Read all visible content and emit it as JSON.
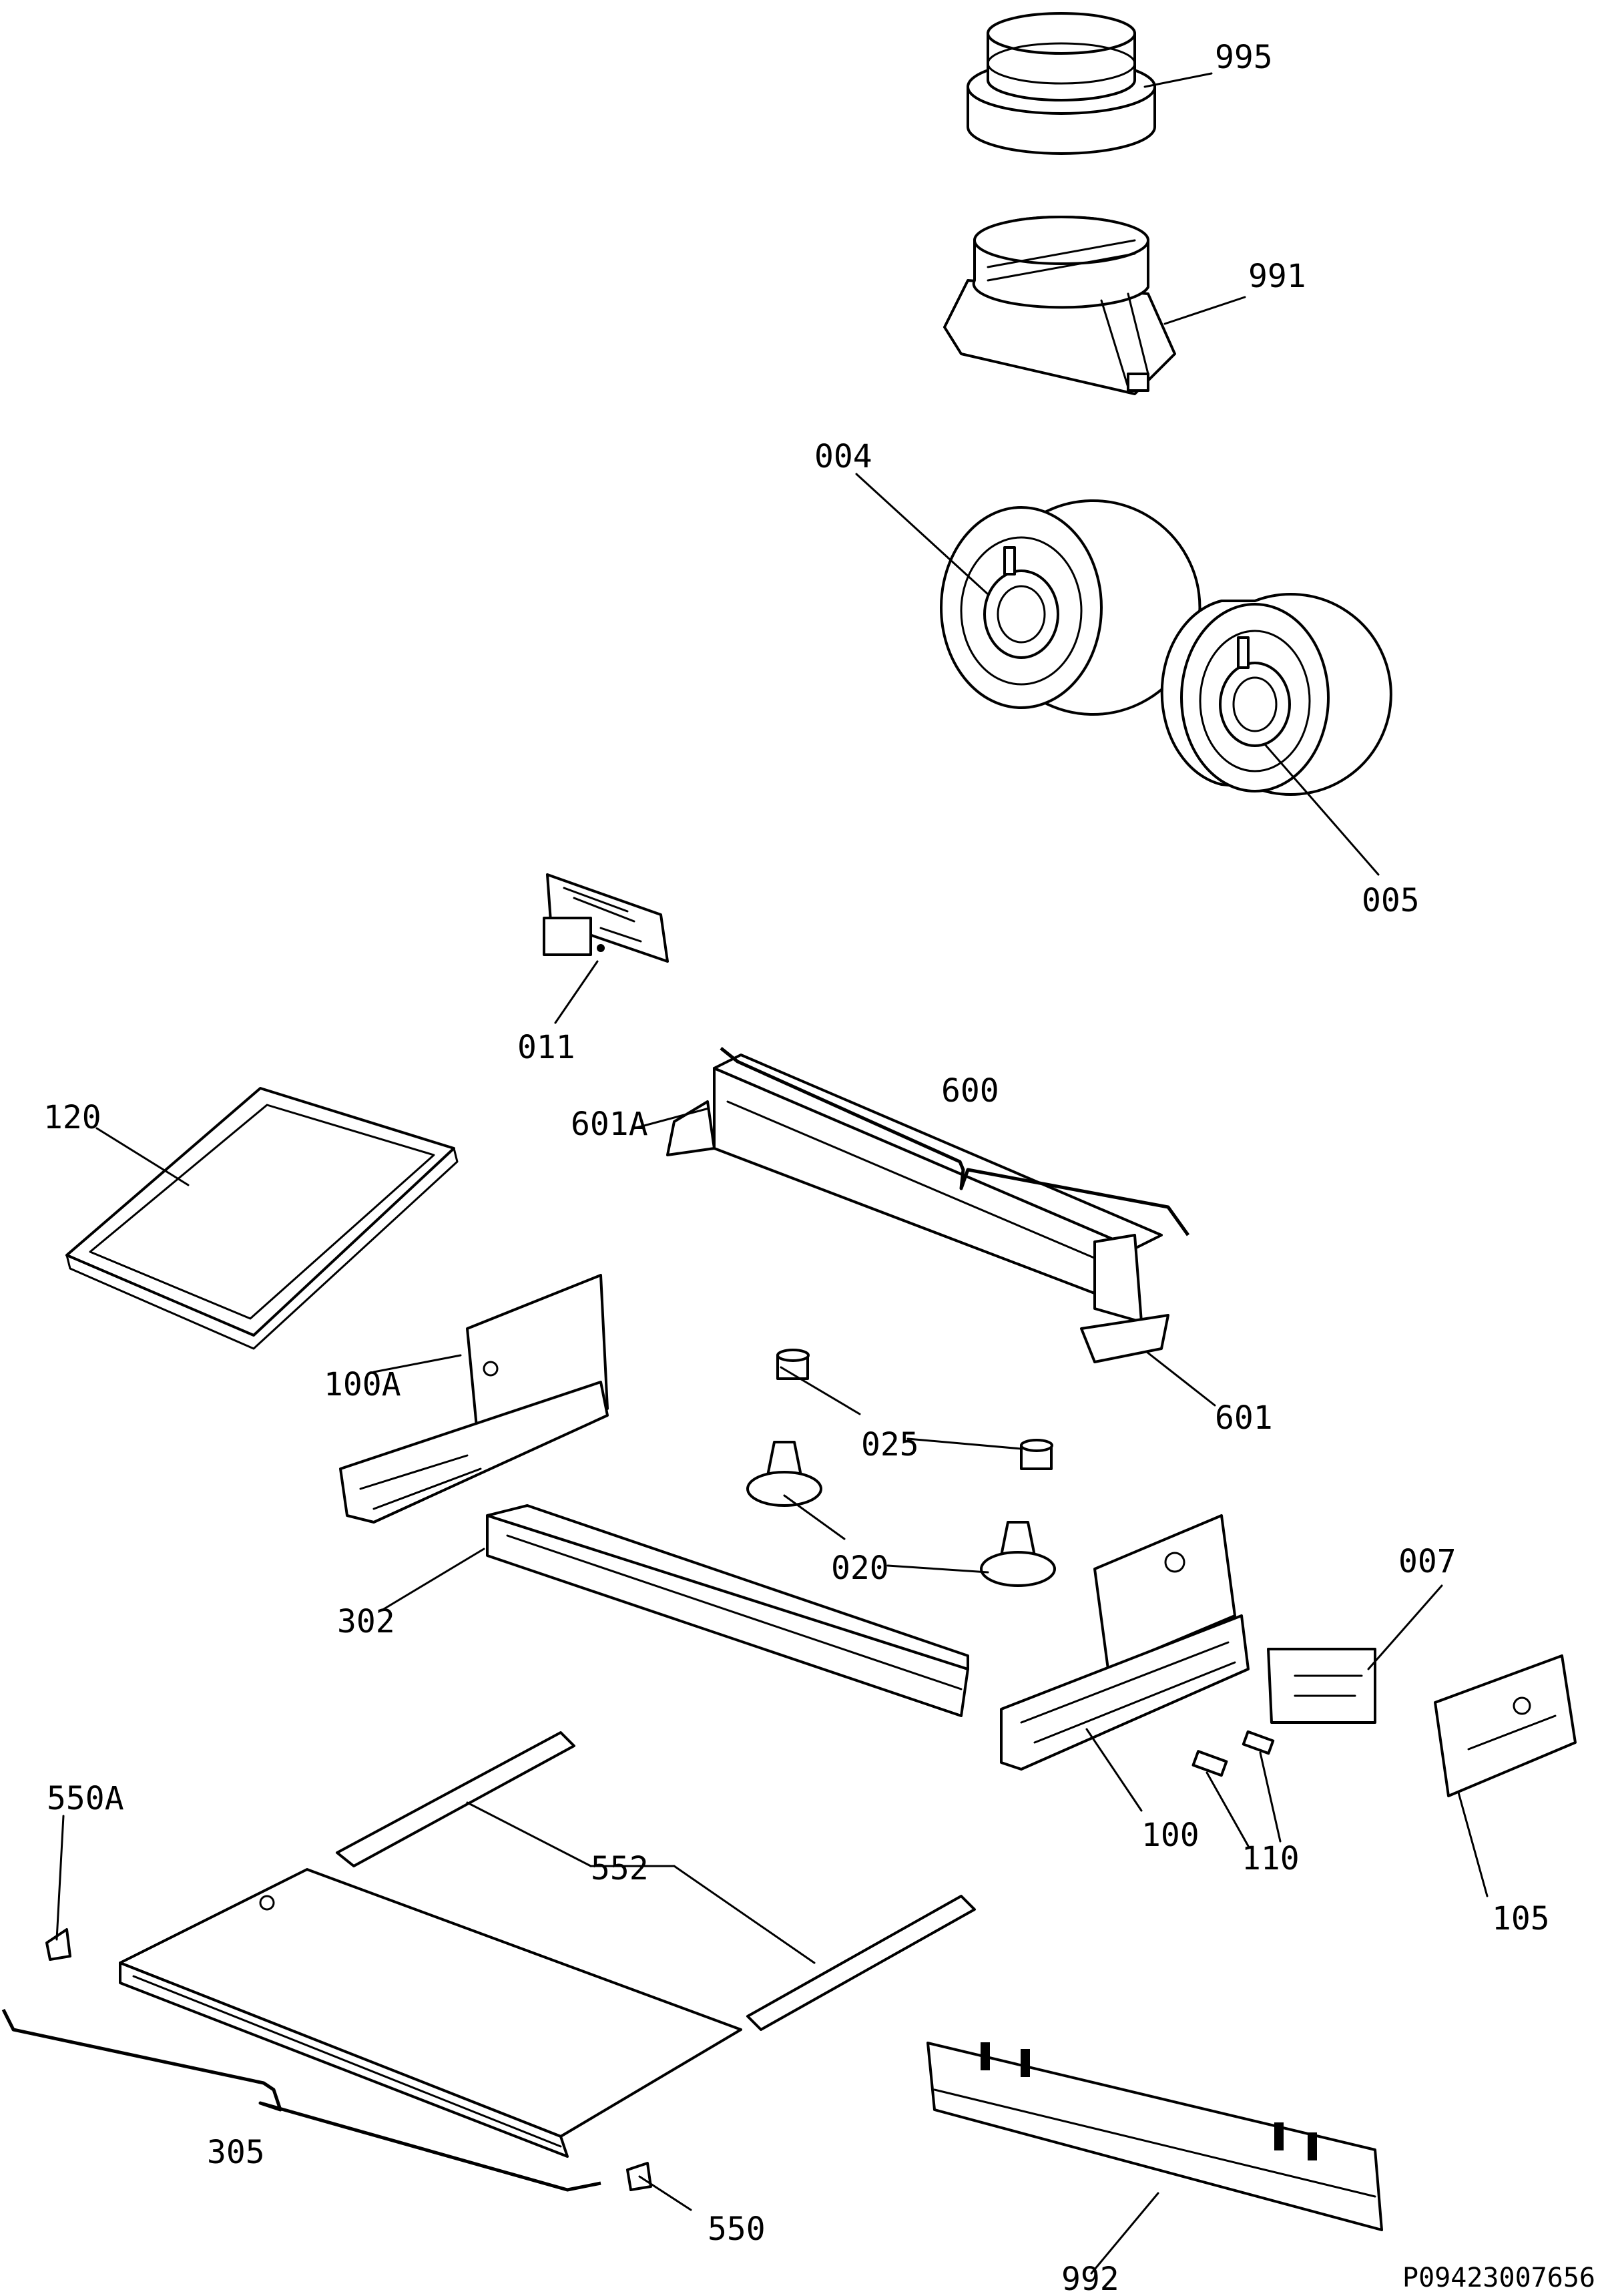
{
  "labels": {
    "p995": "995",
    "p991": "991",
    "p004": "004",
    "p005": "005",
    "p011": "011",
    "p600": "600",
    "p120": "120",
    "p601A": "601A",
    "p601": "601",
    "p100A": "100A",
    "p025": "025",
    "p020": "020",
    "p007": "007",
    "p302": "302",
    "p100": "100",
    "p110": "110",
    "p105": "105",
    "p550A": "550A",
    "p552": "552",
    "p305": "305",
    "p550": "550",
    "p992": "992"
  },
  "reference_code": "P09423007656"
}
